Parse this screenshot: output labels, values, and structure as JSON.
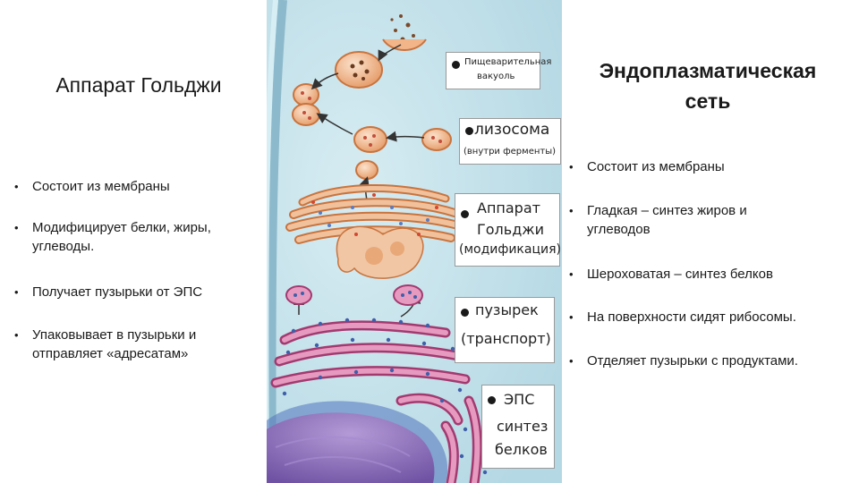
{
  "left": {
    "title": "Аппарат Гольджи",
    "bullets": [
      "Состоит из мембраны",
      "Модифицирует белки, жиры, углеводы.",
      "Получает пузырьки от ЭПС",
      "Упаковывает в пузырьки и отправляет «адресатам»"
    ],
    "bullet_lines": [
      [
        "Состоит из мембраны"
      ],
      [
        "Модифицирует белки, жиры,",
        "углеводы."
      ],
      [
        "Получает пузырьки от ЭПС"
      ],
      [
        "Упаковывает в пузырьки и",
        "отправляет «адресатам»"
      ]
    ]
  },
  "right": {
    "title_line1": "Эндоплазматическая",
    "title_line2": "сеть",
    "bullets": [
      "Состоит из мембраны",
      "Гладкая – синтез жиров и углеводов",
      "Шероховатая – синтез белков",
      "На поверхности сидят рибосомы.",
      "Отделяет пузырьки с продуктами."
    ],
    "bullet_lines": [
      [
        "Состоит из мембраны"
      ],
      [
        "Гладкая – синтез жиров и",
        "углеводов"
      ],
      [
        "Шероховатая – синтез белков"
      ],
      [
        "На поверхности сидят рибосомы."
      ],
      [
        "Отделяет пузырьки с продуктами."
      ]
    ]
  },
  "figure_labels": {
    "vacuole": [
      "Пищеварительная",
      "вакуоль"
    ],
    "lysosome": [
      "лизосома",
      "(внутри ферменты)"
    ],
    "golgi": [
      "Аппарат",
      "Гольджи",
      "(модификация)"
    ],
    "vesicle": [
      "пузырек",
      "(транспорт)"
    ],
    "eps": [
      "ЭПС",
      "синтез",
      "белков"
    ]
  },
  "colors": {
    "cytoplasm": "#bfe0ea",
    "membrane": "#9fc6d6",
    "golgi": "#e9a878",
    "golgi_light": "#f4cfae",
    "eps": "#c8508a",
    "eps_light": "#e79ac0",
    "nucleus": "#8a6bb8",
    "ribosome": "#3f5fa8"
  }
}
